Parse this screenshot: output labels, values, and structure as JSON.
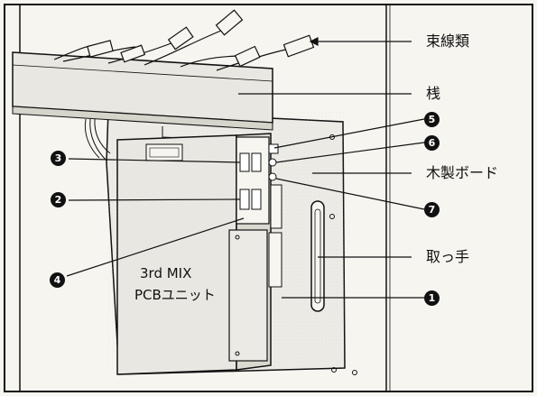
{
  "labels": {
    "cables": "束線類",
    "rail": "桟",
    "wood_board": "木製ボード",
    "handle": "取っ手",
    "unit_line1": "3rd MIX",
    "unit_line2": "PCBユニット"
  },
  "callouts": {
    "c1": "1",
    "c2": "2",
    "c3": "3",
    "c4": "4",
    "c5": "5",
    "c6": "6",
    "c7": "7"
  },
  "colors": {
    "line": "#111111",
    "paper": "#f7f5f0",
    "badge": "#111111"
  }
}
